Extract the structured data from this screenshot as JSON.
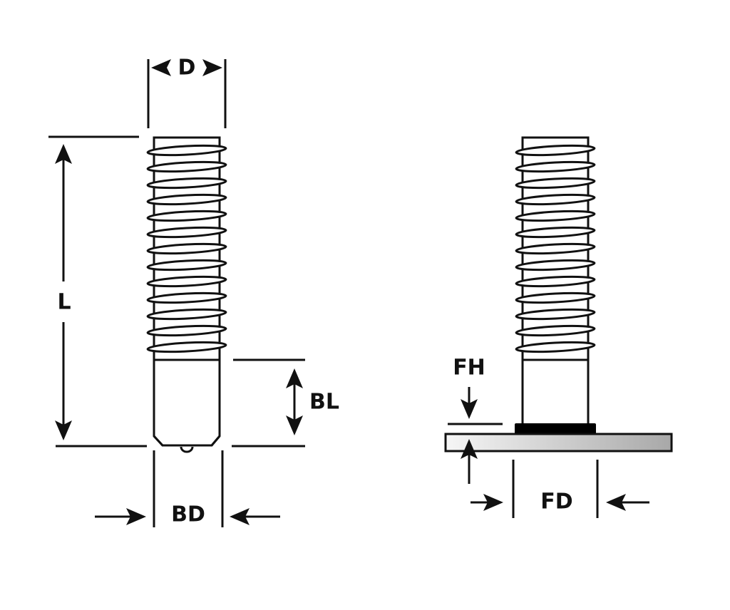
{
  "diagram": {
    "labels": {
      "D": "D",
      "L": "L",
      "BL": "BL",
      "BD": "BD",
      "FH": "FH",
      "FD": "FD"
    },
    "thread_count": 13,
    "colors": {
      "line": "#111111",
      "flange": "#000000",
      "plate_light": "#f4f4f4",
      "plate_dark": "#a8a8a8"
    }
  }
}
